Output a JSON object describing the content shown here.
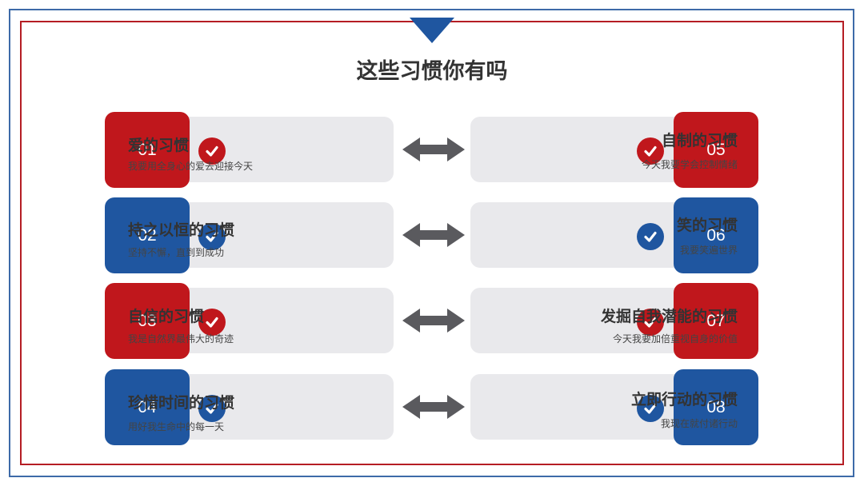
{
  "title": "这些习惯你有吗",
  "colors": {
    "red": "#c0171c",
    "blue": "#1f56a0",
    "card": "#e9e9ec",
    "frame_red": "#b51d24",
    "frame_blue": "#3d6aa8"
  },
  "left_items": [
    {
      "num": "01",
      "title": "爱的习惯",
      "sub": "我要用全身心的爱去迎接今天",
      "color": "red"
    },
    {
      "num": "02",
      "title": "持之以恒的习惯",
      "sub": "坚持不懈，直到到成功",
      "color": "blue"
    },
    {
      "num": "03",
      "title": "自信的习惯",
      "sub": "我是自然界最伟大的奇迹",
      "color": "red"
    },
    {
      "num": "04",
      "title": "珍惜时间的习惯",
      "sub": "用好我生命中的每一天",
      "color": "blue"
    }
  ],
  "right_items": [
    {
      "num": "05",
      "title": "自制的习惯",
      "sub": "今天我要学会控制情绪",
      "color": "red"
    },
    {
      "num": "06",
      "title": "笑的习惯",
      "sub": "我要笑遍世界",
      "color": "blue"
    },
    {
      "num": "07",
      "title": "发掘自我潜能的习惯",
      "sub": "今天我要加倍重视自身的价值",
      "color": "red"
    },
    {
      "num": "08",
      "title": "立即行动的习惯",
      "sub": "我现在就付诸行动",
      "color": "blue"
    }
  ],
  "icons": {
    "check": "check-circle-icon",
    "arrow": "double-arrow-icon"
  }
}
